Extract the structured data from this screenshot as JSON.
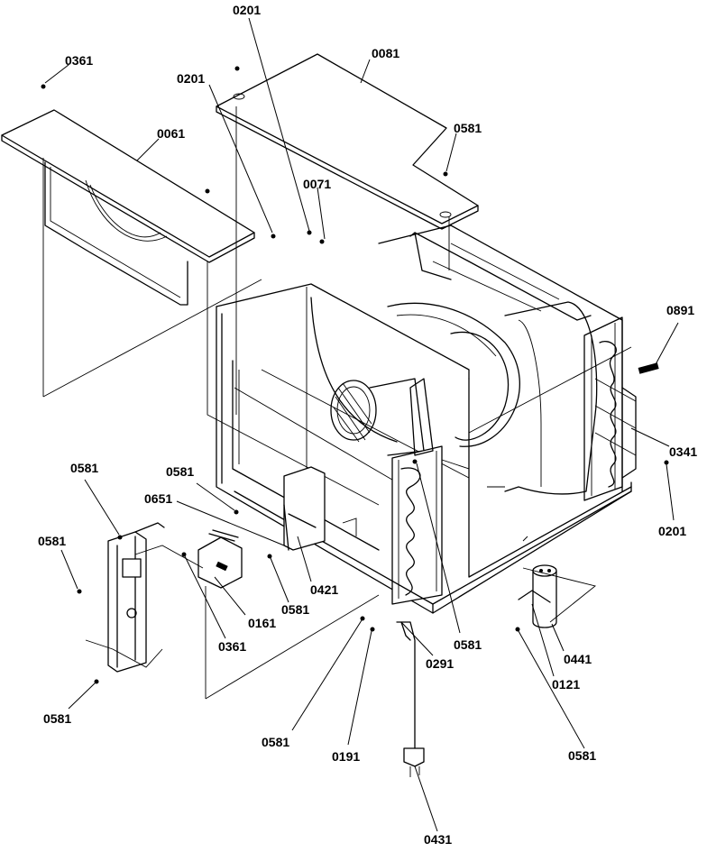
{
  "callouts": [
    {
      "part": "0201"
    },
    {
      "part": "0361"
    },
    {
      "part": "0201"
    },
    {
      "part": "0081"
    },
    {
      "part": "0061"
    },
    {
      "part": "0581"
    },
    {
      "part": "0071"
    },
    {
      "part": "0891"
    },
    {
      "part": "0341"
    },
    {
      "part": "0201"
    },
    {
      "part": "0581"
    },
    {
      "part": "0581"
    },
    {
      "part": "0651"
    },
    {
      "part": "0581"
    },
    {
      "part": "0421"
    },
    {
      "part": "0581"
    },
    {
      "part": "0161"
    },
    {
      "part": "0361"
    },
    {
      "part": "0581"
    },
    {
      "part": "0291"
    },
    {
      "part": "0441"
    },
    {
      "part": "0121"
    },
    {
      "part": "0581"
    },
    {
      "part": "0581"
    },
    {
      "part": "0191"
    },
    {
      "part": "0581"
    },
    {
      "part": "0431"
    }
  ]
}
